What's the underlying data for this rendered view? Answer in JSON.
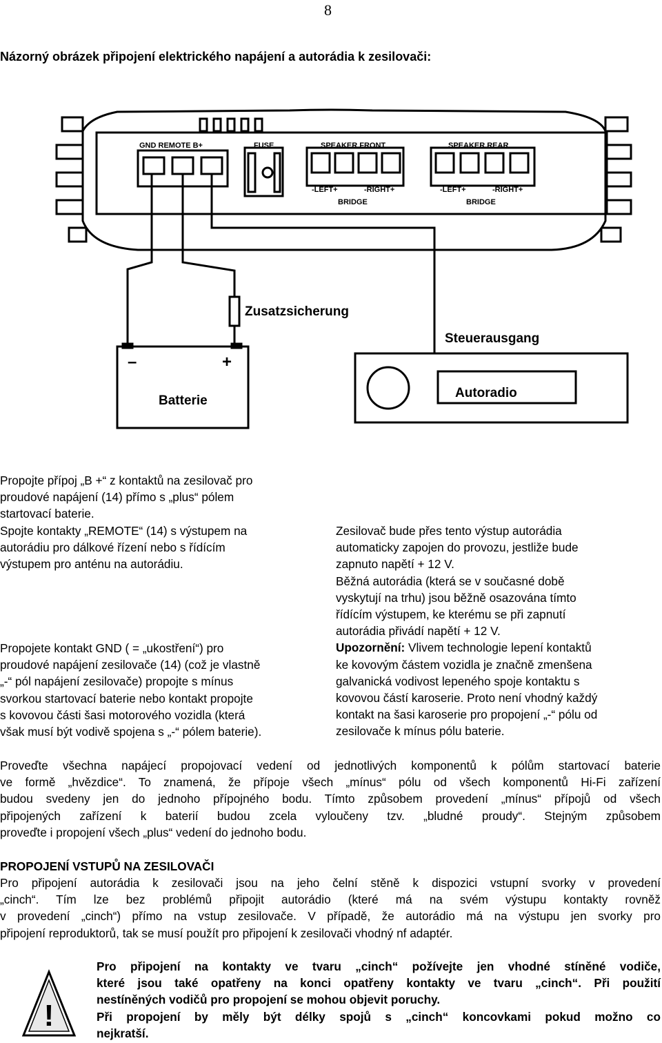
{
  "page_number": "8",
  "heading": "Názorný obrázek připojení elektrického napájení a autorádia k zesilovači:",
  "diagram": {
    "amp_labels": {
      "gnd_remote": "GND REMOTE B+",
      "fuse": "FUSE",
      "speaker_front": "SPEAKER FRONT",
      "speaker_rear": "SPEAKER REAR",
      "left_front": "-LEFT+",
      "right_front": "-RIGHT+",
      "bridge_front": "BRIDGE",
      "left_rear": "-LEFT+",
      "right_rear": "-RIGHT+",
      "bridge_rear": "BRIDGE"
    },
    "zusatz": "Zusatzsicherung",
    "battery": "Batterie",
    "battery_minus": "–",
    "battery_plus": "+",
    "steuer": "Steuerausgang",
    "autoradio": "Autoradio"
  },
  "left_col": {
    "p1": [
      "Propojte přípoj „B +“ z kontaktů na zesilovač pro",
      "proudové napájení (14) přímo s „plus“ pólem",
      "startovací baterie.",
      "Spojte kontakty „REMOTE“ (14) s výstupem na",
      "autorádiu pro dálkové řízení nebo s řídícím",
      "výstupem pro anténu na autorádiu."
    ],
    "p2": [
      "Propojete kontakt GND ( = „ukostření“) pro",
      "proudové napájení zesilovače (14) (což je vlastně",
      "„-“ pól napájení zesilovače) propojte s mínus",
      "svorkou startovací baterie nebo kontakt propojte",
      "s kovovou části šasi motorového vozidla (která",
      "však musí být vodivě spojena s „-“ pólem baterie)."
    ]
  },
  "right_col": {
    "p1": [
      "Zesilovač bude přes tento výstup autorádia",
      "automaticky zapojen do provozu, jestliže bude",
      "zapnuto napětí + 12 V.",
      "Běžná autorádia (která se v současné době",
      "vyskytují na trhu) jsou běžně osazována tímto",
      "řídícím výstupem, ke kterému se při zapnutí",
      "autorádia přivádí napětí + 12 V."
    ],
    "warn_label": "Upozornění:",
    "warn_first": " Vlivem technologie lepení kontaktů",
    "p2": [
      "ke kovovým částem vozidla je značně zmenšena",
      "galvanická vodivost lepeného spoje kontaktu s",
      "kovovou částí karoserie. Proto není vhodný každý",
      "kontakt na šasi karoserie pro propojení „-“ pólu od",
      "zesilovače k mínus pólu baterie."
    ]
  },
  "full_para": [
    "Proveďte všechna napájecí propojovací vedení od jednotlivých komponentů k pólům startovací baterie",
    "ve formě „hvězdice“. To znamená, že přípoje všech „mínus“ pólu od všech komponentů Hi-Fi zařízení",
    "budou svedeny jen do jednoho přípojného bodu. Tímto způsobem provedení „mínus“ přípojů od všech",
    "připojených zařízení k baterií budou zcela vyloučeny tzv. „bludné proudy“. Stejným způsobem",
    "proveďte i propojení všech „plus“ vedení do jednoho bodu."
  ],
  "section_title": "PROPOJENÍ VSTUPŮ NA ZESILOVAČI",
  "section_para": [
    "Pro připojení autorádia k zesilovači jsou na jeho čelní stěně k dispozici vstupní svorky v provedení",
    "„cinch“. Tím lze bez problémů připojit autorádio (které má na svém výstupu kontakty rovněž",
    "v provedení „cinch“) přímo na vstup zesilovače. V případě, že autorádio má na výstupu jen svorky pro",
    "připojení reproduktorů, tak se musí použít pro připojení k zesilovači vhodný nf adaptér."
  ],
  "warning_sign": "!",
  "warning": [
    "Pro připojení na kontakty ve tvaru „cinch“ požívejte jen vhodné stíněné vodiče,",
    "které jsou také opatřeny na konci opatřeny kontakty ve tvaru „cinch“. Při použití",
    "nestíněných vodičů pro propojení se mohou objevit poruchy.",
    "Při propojení by měly být délky spojů s „cinch“ koncovkami pokud možno co",
    "nejkratší."
  ]
}
